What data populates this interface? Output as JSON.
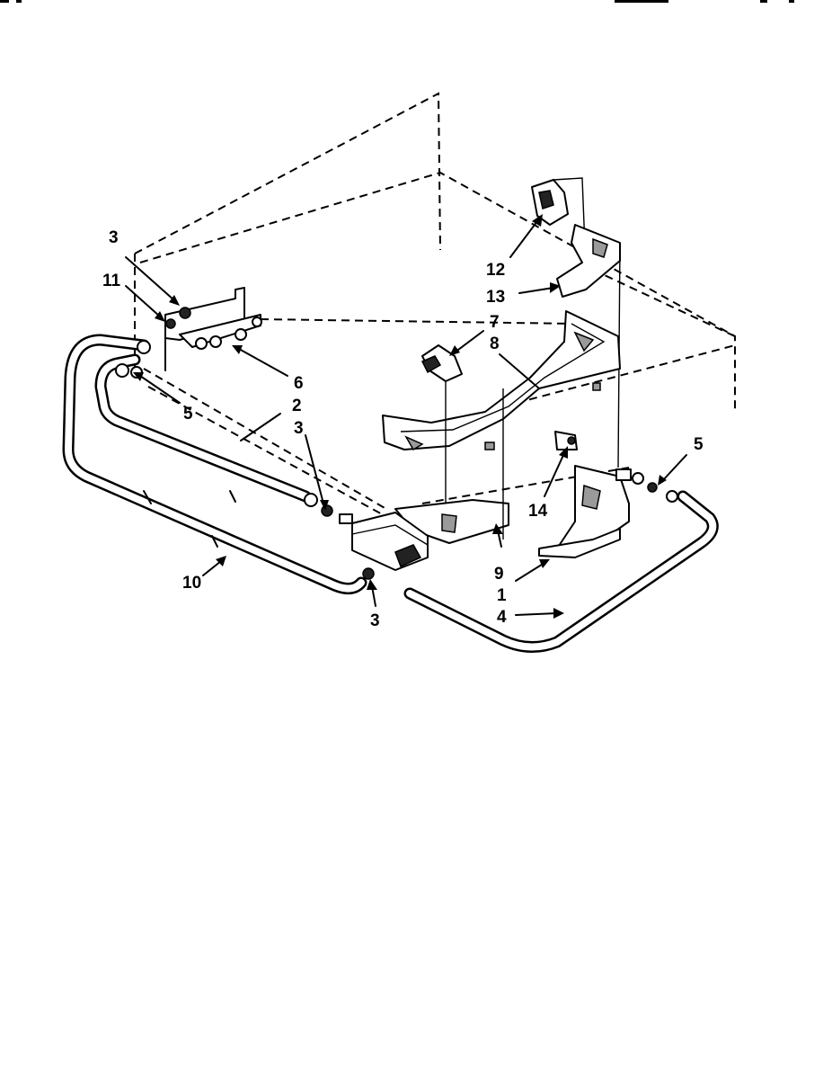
{
  "callouts": [
    {
      "id": "c3a",
      "text": "3"
    },
    {
      "id": "c11",
      "text": "11"
    },
    {
      "id": "c6",
      "text": "6"
    },
    {
      "id": "c2",
      "text": "2"
    },
    {
      "id": "c3b",
      "text": "3"
    },
    {
      "id": "c5a",
      "text": "5"
    },
    {
      "id": "c12",
      "text": "12"
    },
    {
      "id": "c13",
      "text": "13"
    },
    {
      "id": "c7",
      "text": "7"
    },
    {
      "id": "c8",
      "text": "8"
    },
    {
      "id": "c14",
      "text": "14"
    },
    {
      "id": "c5b",
      "text": "5"
    },
    {
      "id": "c9",
      "text": "9"
    },
    {
      "id": "c1",
      "text": "1"
    },
    {
      "id": "c4",
      "text": "4"
    },
    {
      "id": "c10",
      "text": "10"
    },
    {
      "id": "c3c",
      "text": "3"
    }
  ]
}
